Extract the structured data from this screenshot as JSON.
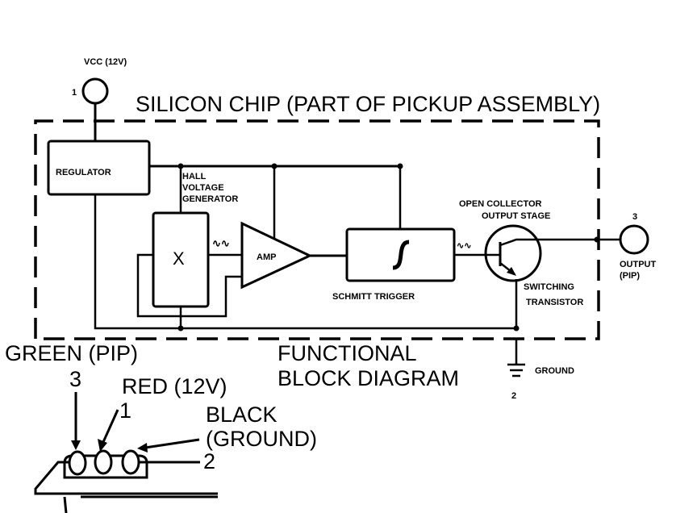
{
  "diagram": {
    "title_top": "SILICON CHIP (PART OF PICKUP ASSEMBLY)",
    "title_bottom_line1": "FUNCTIONAL",
    "title_bottom_line2": "BLOCK DIAGRAM",
    "vcc": {
      "label": "VCC (12V)",
      "pin": "1"
    },
    "regulator": {
      "label": "REGULATOR"
    },
    "hall": {
      "label_line1": "HALL",
      "label_line2": "VOLTAGE",
      "label_line3": "GENERATOR",
      "symbol": "X"
    },
    "amp": {
      "label": "AMP"
    },
    "schmitt": {
      "label": "SCHMITT TRIGGER",
      "symbol": "ʃ"
    },
    "output_stage": {
      "label_line1": "OPEN COLLECTOR",
      "label_line2": "OUTPUT STAGE"
    },
    "transistor": {
      "label_line1": "SWITCHING",
      "label_line2": "TRANSISTOR"
    },
    "output": {
      "pin": "3",
      "label_line1": "OUTPUT",
      "label_line2": "(PIP)"
    },
    "ground": {
      "label": "GROUND",
      "pin": "2"
    },
    "signal_glyph": "∿∿",
    "connector": {
      "green": "GREEN (PIP)",
      "green_pin": "3",
      "red": "RED (12V)",
      "red_pin": "1",
      "black_line1": "BLACK",
      "black_line2": "(GROUND)",
      "black_pin": "2"
    }
  }
}
